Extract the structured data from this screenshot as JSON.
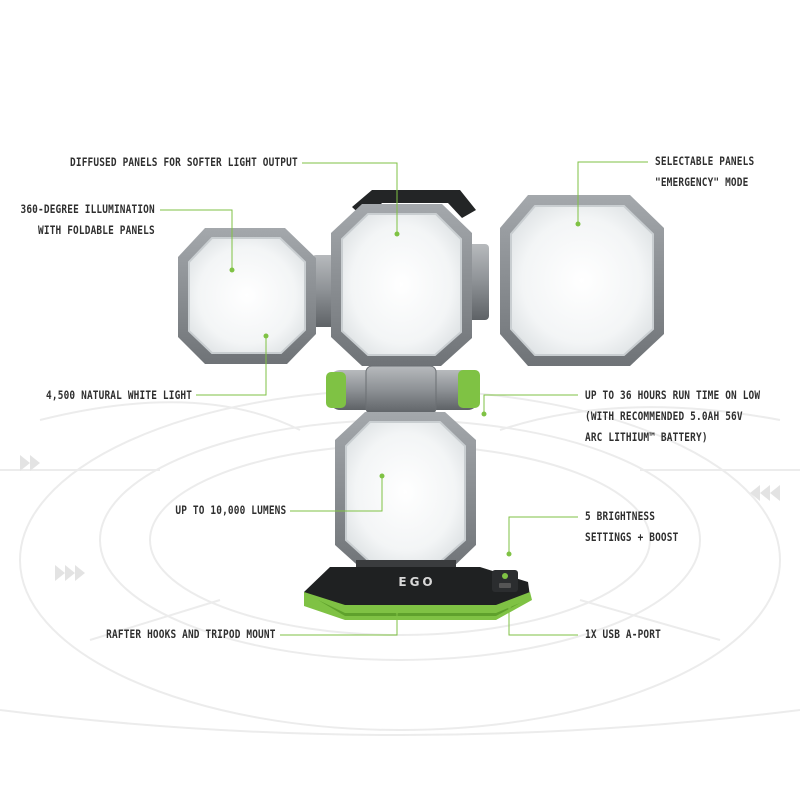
{
  "brand": {
    "logo_text": "EGO",
    "accent_color": "#7fc244",
    "panel_glow_color": "#f4f6f7",
    "frame_color": "#8b8f93"
  },
  "callouts": {
    "diffused": "DIFFUSED PANELS FOR SOFTER LIGHT OUTPUT",
    "illumination_1": "360-DEGREE ILLUMINATION",
    "illumination_2": "WITH FOLDABLE PANELS",
    "selectable_1": "SELECTABLE PANELS",
    "selectable_2": "\"EMERGENCY\" MODE",
    "natural_white": "4,500 NATURAL WHITE LIGHT",
    "runtime_1": "UP TO 36 HOURS RUN TIME ON LOW",
    "runtime_2": "(WITH RECOMMENDED 5.0AH 56V",
    "runtime_3": "ARC LITHIUM™ BATTERY)",
    "lumens": "UP TO 10,000 LUMENS",
    "brightness_1": "5 BRIGHTNESS",
    "brightness_2": "SETTINGS + BOOST",
    "rafter": "RAFTER HOOKS AND TRIPOD MOUNT",
    "usb": "1X USB A-PORT"
  }
}
